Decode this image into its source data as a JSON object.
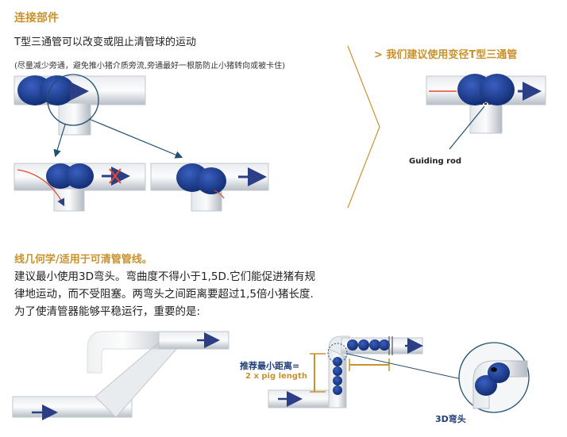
{
  "heading_connections": "连接部件",
  "tee_intro": "T型三通管可以改变或阻止清管球的运动",
  "tee_note": "(尽量减少旁通，避免推小猪介质旁流,旁通最好一根筋防止小猪转向或被卡住)",
  "recommend_heading": "> 我们建议使用变径T型三通管",
  "guiding_rod_label": "Guiding rod",
  "heading_geometry": "线几何学/适用于可清管管线。",
  "geometry_paragraph": "建议最小使用3D弯头。弯曲度不得小于1,5D.它们能促进猪有规律地运动，而不受阻塞。两弯头之间距离要超过1,5倍小猪长度.为了使清管器能够平稳运行，重要的是:",
  "min_distance_label": "推荐最小距离=",
  "pig_length_label": "2 x pig length",
  "elbow_label": "3D弯头",
  "colors": {
    "accent_gold": "#c8922e",
    "pig_blue": "#1d3f8f",
    "pipe_gray": "#c9ced4",
    "arrow_navy": "#2c3e86",
    "chevron_gold": "#c8922e"
  }
}
